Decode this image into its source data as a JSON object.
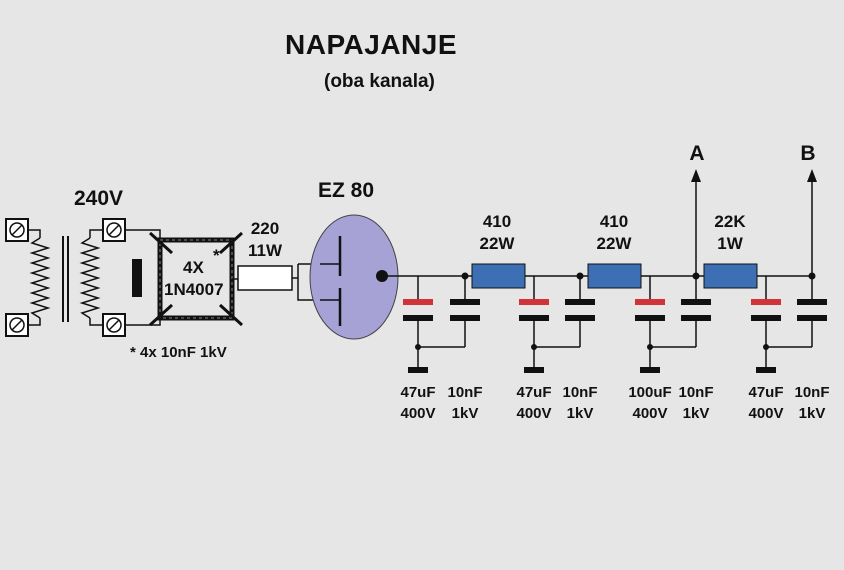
{
  "title": "NAPAJANJE",
  "subtitle": "(oba kanala)",
  "transformer": {
    "voltage": "240V"
  },
  "bridge": {
    "count": "4X",
    "part": "1N4007",
    "star": "*",
    "note": "* 4x 10nF 1kV"
  },
  "series_resistor": {
    "value": "220",
    "power": "11W"
  },
  "tube": {
    "name": "EZ 80",
    "fill": "#a6a2d6"
  },
  "filter_resistors": [
    {
      "value": "410",
      "power": "22W"
    },
    {
      "value": "410",
      "power": "22W"
    },
    {
      "value": "22K",
      "power": "1W"
    }
  ],
  "outputs": [
    "A",
    "B"
  ],
  "capacitors": [
    {
      "value": "47uF",
      "voltage": "400V"
    },
    {
      "value": "10nF",
      "voltage": "1kV"
    },
    {
      "value": "47uF",
      "voltage": "400V"
    },
    {
      "value": "10nF",
      "voltage": "1kV"
    },
    {
      "value": "100uF",
      "voltage": "400V"
    },
    {
      "value": "10nF",
      "voltage": "1kV"
    },
    {
      "value": "47uF",
      "voltage": "400V"
    },
    {
      "value": "10nF",
      "voltage": "1kV"
    }
  ],
  "colors": {
    "resistor_fill": "#3d6fb4",
    "electrolytic_plus": "#d0343a",
    "wire": "#111111",
    "background": "#e6e6e6"
  }
}
